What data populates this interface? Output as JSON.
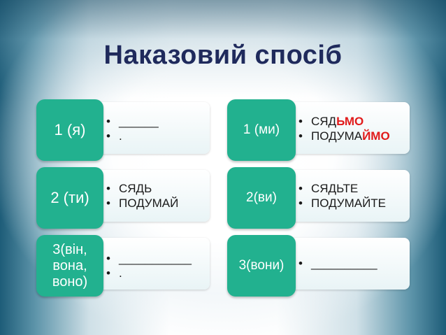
{
  "title": "Наказовий спосіб",
  "accent_color": "#22b18f",
  "ending_color": "#e11b1b",
  "singular": [
    {
      "person": "1 (я)",
      "items": [
        "______",
        "."
      ]
    },
    {
      "person": "2 (ти)",
      "items": [
        "СЯДЬ",
        "ПОДУМАЙ"
      ]
    },
    {
      "person_lines": [
        "3(він,",
        "вона,",
        "воно)"
      ],
      "items": [
        "___________",
        "."
      ]
    }
  ],
  "plural": [
    {
      "person": "1 (ми)",
      "items": [
        {
          "stem": "СЯД",
          "ending": "ЬМО"
        },
        {
          "stem": "ПОДУМА",
          "ending": "ЙМО"
        }
      ]
    },
    {
      "person": "2(ви)",
      "items": [
        "СЯДЬТЕ",
        "ПОДУМАЙТЕ"
      ]
    },
    {
      "person": "3(вони)",
      "items": [
        "__________"
      ]
    }
  ]
}
